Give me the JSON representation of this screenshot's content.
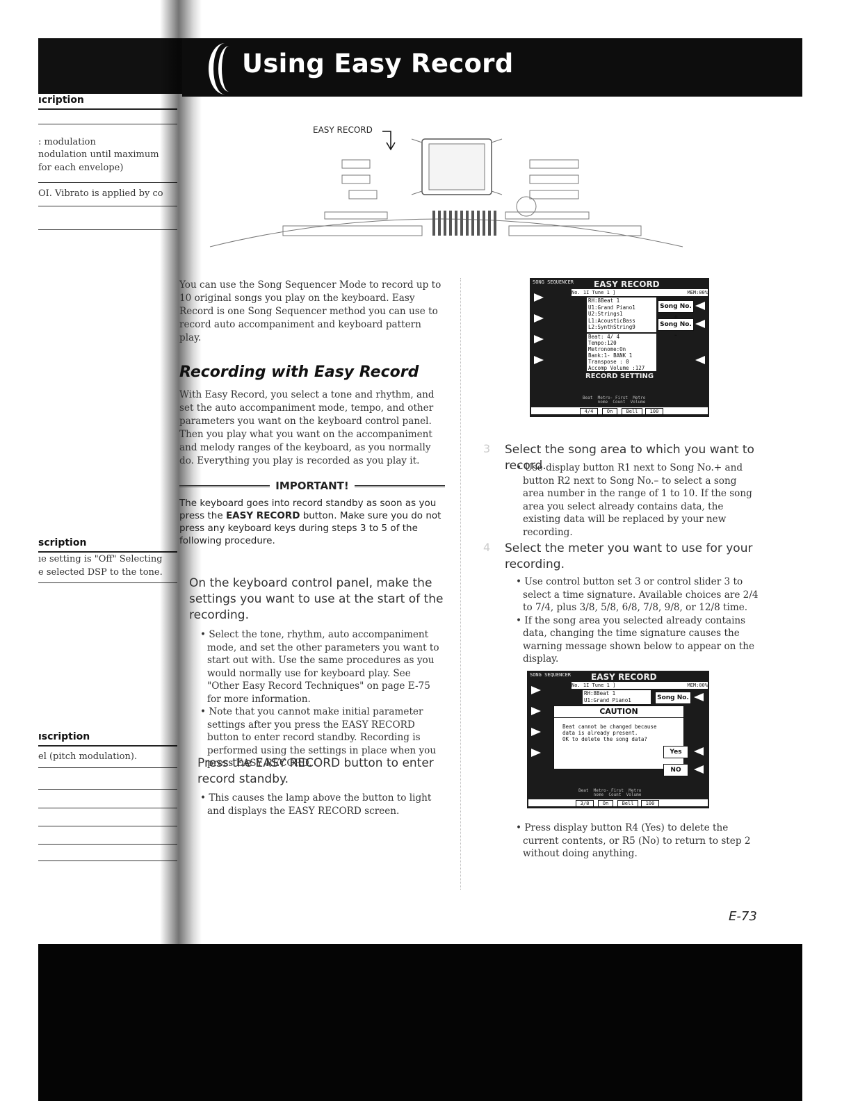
{
  "prev_page": {
    "header1": "ıcription",
    "lines1": [
      ": modulation",
      "nodulation until maximum",
      "for each envelope)",
      "OI. Vibrato is applied by co"
    ],
    "header2": "scription",
    "lines2": [
      "ıe setting is \"Off\" Selecting",
      "e selected DSP to the tone."
    ],
    "header3": "ıscription",
    "lines3": [
      "el (pitch modulation)."
    ]
  },
  "header": {
    "title": "Using Easy Record"
  },
  "panel": {
    "label": "EASY RECORD"
  },
  "intro": "You can use the Song Sequencer Mode to record up to 10 original songs you play on the keyboard. Easy Record is one Song Sequencer method you can use to record auto accompaniment and keyboard pattern play.",
  "section": {
    "heading": "Recording with Easy Record",
    "body": "With Easy Record, you select a tone and rhythm, and set the auto accompaniment mode, tempo, and other parameters you want on the keyboard control panel. Then you play what you want on the accompaniment and melody ranges of the keyboard, as you normally do. Everything you play is recorded as you play it."
  },
  "important": {
    "title": "IMPORTANT!",
    "body_prefix": "The keyboard goes into record standby as soon as you press the ",
    "body_bold": "EASY RECORD",
    "body_suffix": " button. Make sure you do not press any keyboard keys during steps 3 to 5 of the following procedure."
  },
  "steps": {
    "s1": "On the keyboard control panel, make the settings you want to use at the start of the recording.",
    "s1_bullets": [
      "Select the tone, rhythm, auto accompaniment mode, and set the other parameters you want to start out with. Use the same procedures as you would normally use for keyboard play. See \"Other Easy Record Techniques\" on page E-75 for more information.",
      "Note that you cannot make initial parameter settings after you press the EASY RECORD button to enter record standby. Recording is performed using the settings in place when you press EASY RECORD."
    ],
    "s2": "Press the EASY RECORD button to enter record standby.",
    "s2_bullets": [
      "This causes the lamp above the button to light and displays the EASY RECORD screen."
    ],
    "s3": "Select the song area to which you want to record.",
    "s3_bullets": [
      "Use display button R1 next to Song No.+ and button R2 next to Song No.– to select a song area number in the range of 1 to 10. If the song area you select already contains data, the existing data will be replaced by your new recording."
    ],
    "s4": "Select the meter you want to use for your recording.",
    "s4_bullets": [
      "Use control button set 3 or control slider 3 to select a time signature. Available choices are 2/4 to 7/4, plus 3/8, 5/8, 6/8, 7/8, 9/8, or 12/8 time.",
      "If the song area you selected already contains data, changing the time signature causes the warning message shown below to appear on the display."
    ],
    "s4_after": [
      "Press display button R4 (Yes) to delete the current contents, or R5 (No) to return to step 2 without doing anything."
    ]
  },
  "screen1": {
    "mode": "SONG SEQUENCER",
    "title": "EASY RECORD",
    "song_row": "No. 1I  Tune 1 ]",
    "mem": "MEM:00%",
    "tracks": [
      "RH:8Beat 1",
      "U1:Grand Piano1",
      "U2:Strings1",
      "L1:AcousticBass",
      "L2:SynthString9"
    ],
    "params": [
      "Beat: 4/ 4",
      "Tempo:120",
      "Metronome:On",
      "Bank:1- BANK 1",
      "Transpose    :  0",
      "Accomp Volume :127"
    ],
    "btn1": "Song No. +",
    "btn2": "Song No. -",
    "banner": "RECORD SETTING",
    "footer_labels": "Beat  Metro- First  Metro\n      nome  Count  Volume",
    "footer_values": [
      "4/4",
      "On",
      "Bell",
      "100"
    ]
  },
  "screen2": {
    "mode": "SONG SEQUENCER",
    "title": "EASY RECORD",
    "song_row": "No. 1I  Tune 1 ]",
    "mem": "MEM:00%",
    "tracks": [
      "RH:8Beat 1",
      "U1:Grand Piano1"
    ],
    "btn1": "Song No. +",
    "caution_title": "CAUTION",
    "caution_text": "Beat cannot be changed because\ndata is already present.\nOK to delete the song data?",
    "yes": "Yes",
    "no": "NO",
    "footer_labels": "Beat  Metro- First  Metro\n      nome  Count  Volume",
    "footer_values": [
      "3/8",
      "On",
      "Bell",
      "100"
    ]
  },
  "page_number": "E-73"
}
